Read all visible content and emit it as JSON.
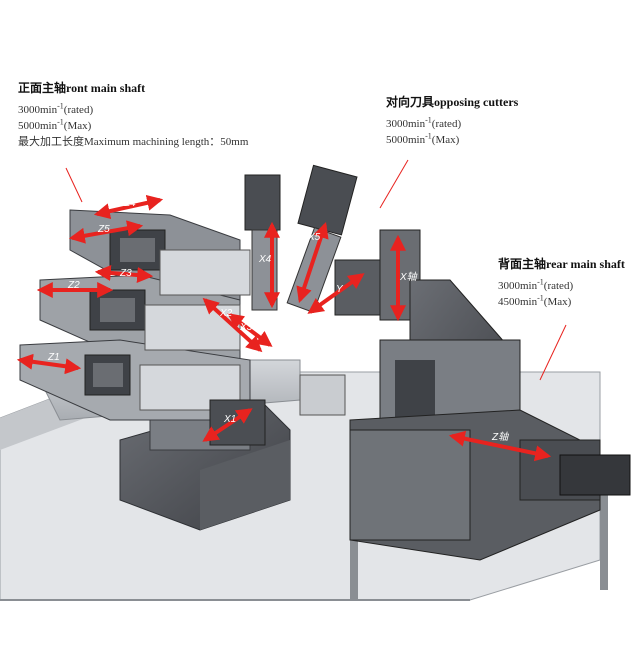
{
  "front_spindle": {
    "title": "正面主轴ront main shaft",
    "speed_rated": {
      "value": "3000min",
      "sup": "-1",
      "note": "(rated)"
    },
    "speed_max": {
      "value": "5000min",
      "sup": "-1",
      "note": "(Max)"
    },
    "machining_length": "最大加工长度Maximum machining length：50mm"
  },
  "opposing_cutters": {
    "title": "对向刀具opposing cutters",
    "speed_rated": {
      "value": "3000min",
      "sup": "-1",
      "note": "(rated)"
    },
    "speed_max": {
      "value": "5000min",
      "sup": "-1",
      "note": "(Max)"
    }
  },
  "rear_spindle": {
    "title": "背面主轴rear main shaft",
    "speed_rated": {
      "value": "3000min",
      "sup": "-1",
      "note": "(rated)"
    },
    "speed_max": {
      "value": "4500min",
      "sup": "-1",
      "note": "(Max)"
    }
  },
  "axis_labels": {
    "z1": "Z1",
    "z2": "Z2",
    "z3": "Z3",
    "z4": "Z4",
    "z5": "Z5",
    "x1": "X1",
    "x2": "X2",
    "x3": "X3",
    "x4": "X4",
    "x5": "X5",
    "y": "Y",
    "x_rear": "X轴",
    "z_rear": "Z轴"
  },
  "colors": {
    "arrow": "#e8231f",
    "machine_dark": "#4a4d52",
    "machine_mid": "#8d9197",
    "machine_light": "#c9ccd0",
    "table": "#b8bcc1",
    "leader_line": "#e8231f"
  }
}
